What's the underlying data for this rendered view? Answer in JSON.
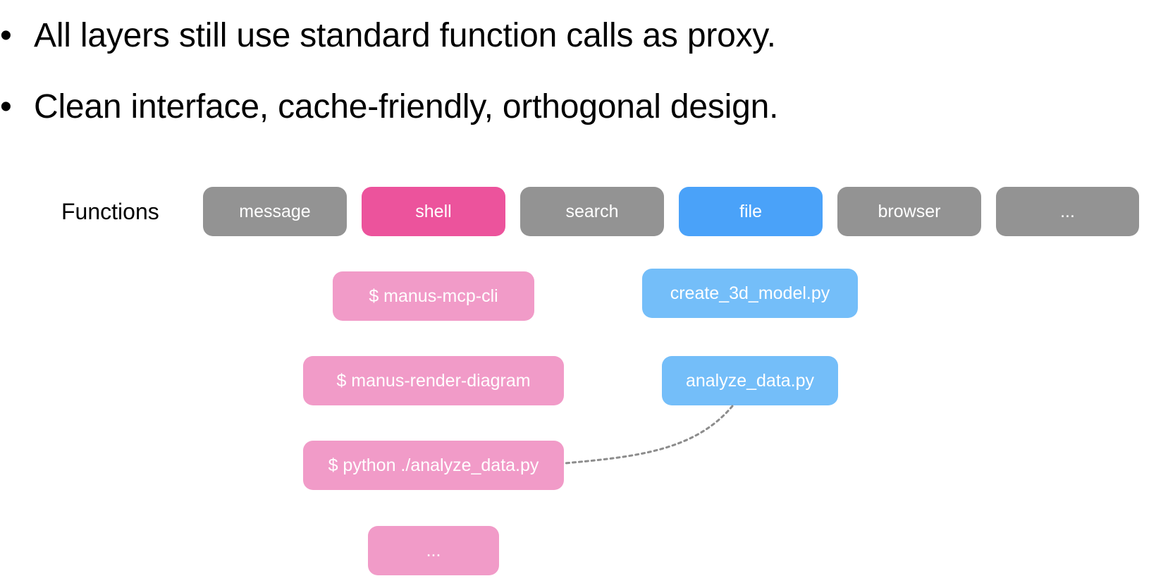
{
  "bullets": [
    {
      "marker": "•",
      "text": "All layers still use standard function calls as proxy."
    },
    {
      "marker": "•",
      "text": "Clean interface, cache-friendly, orthogonal design."
    }
  ],
  "functions_label": "Functions",
  "functions": [
    {
      "label": "message",
      "color": "#939393"
    },
    {
      "label": "shell",
      "color": "#ec539c"
    },
    {
      "label": "search",
      "color": "#939393"
    },
    {
      "label": "file",
      "color": "#4aa2f9"
    },
    {
      "label": "browser",
      "color": "#939393"
    },
    {
      "label": "...",
      "color": "#939393"
    }
  ],
  "shell_commands": [
    {
      "label": "$ manus-mcp-cli",
      "color": "#f19bc8"
    },
    {
      "label": "$ manus-render-diagram",
      "color": "#f19bc8"
    },
    {
      "label": "$ python ./analyze_data.py",
      "color": "#f19bc8"
    },
    {
      "label": "...",
      "color": "#f19bc8"
    }
  ],
  "files": [
    {
      "label": "create_3d_model.py",
      "color": "#74bef9"
    },
    {
      "label": "analyze_data.py",
      "color": "#74bef9"
    }
  ],
  "connections": [
    {
      "from": "files.1",
      "to": "shell_commands.2",
      "style": "dotted",
      "color": "#8c8c8c"
    }
  ]
}
